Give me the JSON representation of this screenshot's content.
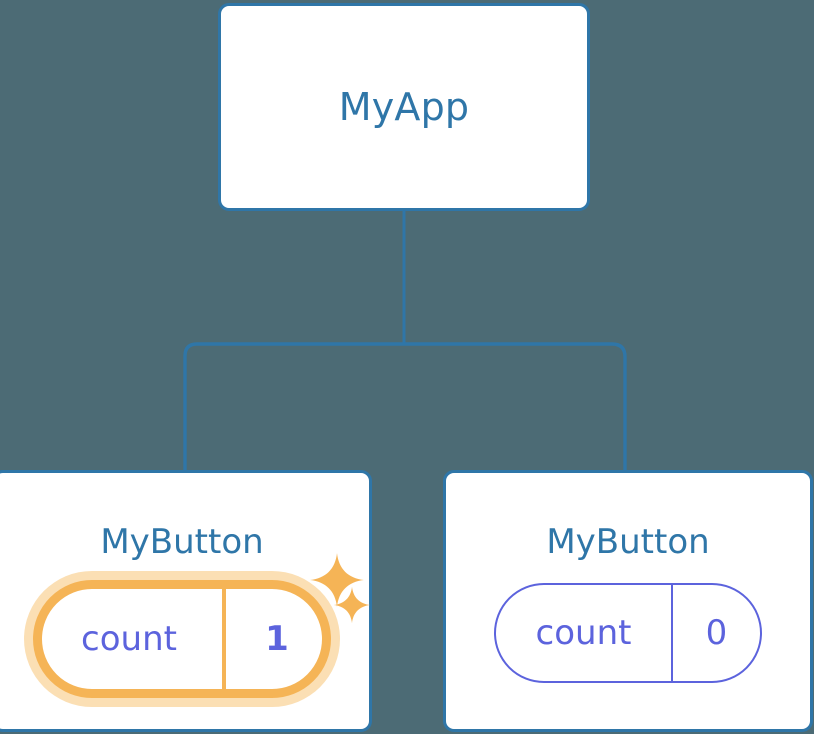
{
  "diagram": {
    "background_color": "#4c6b75",
    "node_border_color": "#2f76a8",
    "node_title_color": "#2f76a8",
    "state_color": "#5c63dd",
    "highlight_color": "#f5b456",
    "highlight_glow_color": "#fbdfb4",
    "connector_color": "#2f76a8"
  },
  "root": {
    "title": "MyApp"
  },
  "children": [
    {
      "title": "MyButton",
      "state_key": "count",
      "state_value": "1",
      "highlighted": true,
      "sparkle_large": "sparkle-icon",
      "sparkle_small": "sparkle-icon"
    },
    {
      "title": "MyButton",
      "state_key": "count",
      "state_value": "0",
      "highlighted": false
    }
  ]
}
